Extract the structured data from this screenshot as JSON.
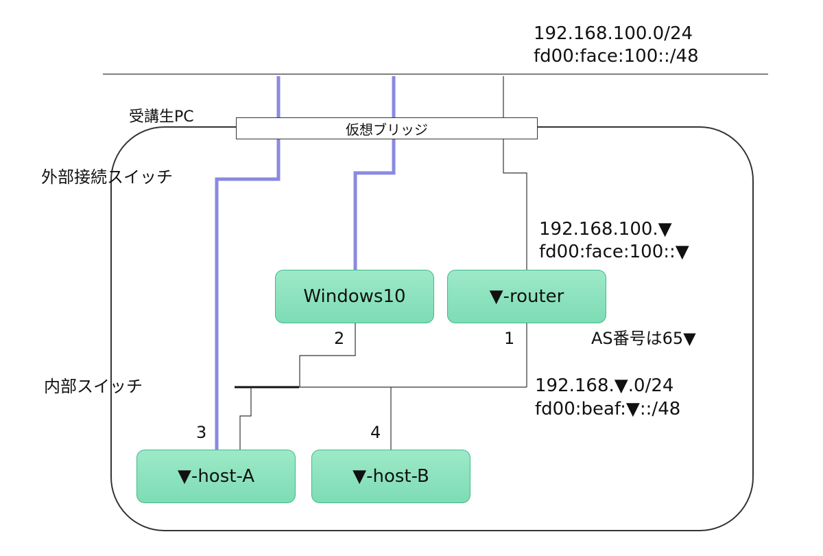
{
  "network_top": {
    "ipv4": "192.168.100.0/24",
    "ipv6": "fd00:face:100::/48"
  },
  "labels": {
    "student_pc": "受講生PC",
    "external_switch": "外部接続スイッチ",
    "internal_switch": "内部スイッチ",
    "virtual_bridge": "仮想ブリッジ"
  },
  "router_addr": {
    "ipv4": "192.168.100.▼",
    "ipv6": "fd00:face:100::▼"
  },
  "as_number": "AS番号は65▼",
  "network_internal": {
    "ipv4": "192.168.▼.0/24",
    "ipv6": "fd00:beaf:▼::/48"
  },
  "nodes": {
    "windows": "Windows10",
    "router": "▼-router",
    "host_a": "▼-host-A",
    "host_b": "▼-host-B"
  },
  "ports": {
    "router": "1",
    "windows": "2",
    "host_a": "3",
    "host_b": "4"
  },
  "colors": {
    "external_link": "#8a8ae0",
    "node_fill": "#8de3bf",
    "node_border": "#3fb98c",
    "line": "#333333"
  }
}
